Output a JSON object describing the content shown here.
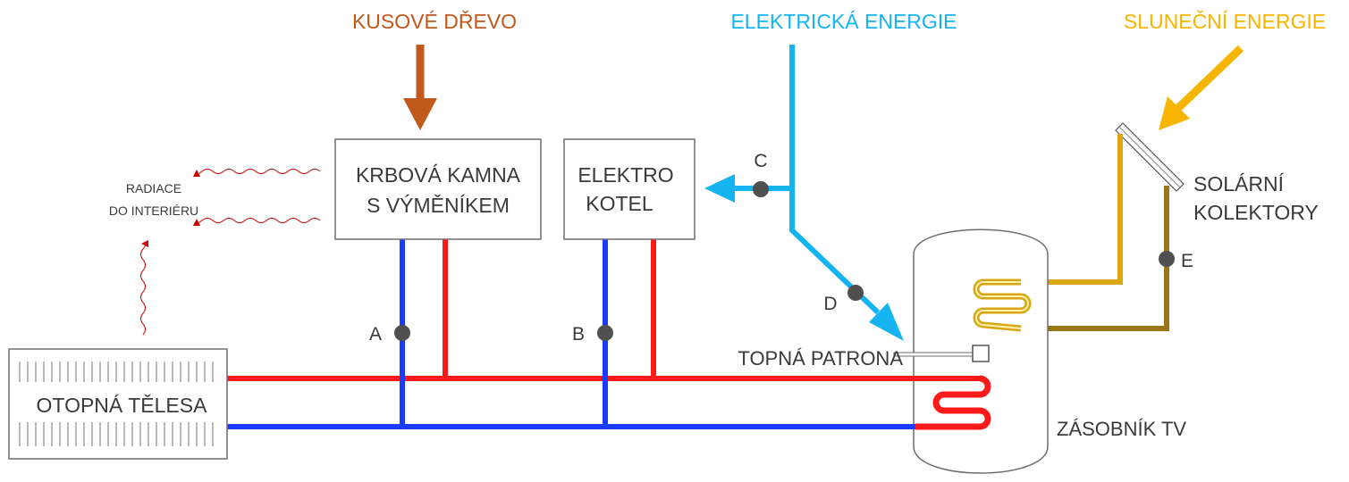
{
  "colors": {
    "wood": "#c0591b",
    "electric": "#14b4f0",
    "solar": "#f7b500",
    "hot": "#ff1a1a",
    "cold": "#1a3cff",
    "solar_hot": "#d9a712",
    "solar_cold": "#9b7415",
    "node": "#505050",
    "box": "#6e6e6e",
    "text": "#3a3a3a",
    "radiation": "#cc0000"
  },
  "sources": {
    "wood": "KUSOVÉ DŘEVO",
    "electric": "ELEKTRICKÁ ENERGIE",
    "solar": "SLUNEČNÍ ENERGIE"
  },
  "components": {
    "fireplace_line1": "KRBOVÁ KAMNA",
    "fireplace_line2": "S VÝMĚNÍKEM",
    "boiler_line1": "ELEKTRO",
    "boiler_line2": "KOTEL",
    "collectors_line1": "SOLÁRNÍ",
    "collectors_line2": "KOLEKTORY",
    "heater": "TOPNÁ PATRONA",
    "tank": "ZÁSOBNÍK TV",
    "radiators": "OTOPNÁ TĚLESA"
  },
  "radiation": {
    "line1": "RADIACE",
    "line2": "DO INTERIÉRU"
  },
  "points": {
    "a": "A",
    "b": "B",
    "c": "C",
    "d": "D",
    "e": "E"
  }
}
